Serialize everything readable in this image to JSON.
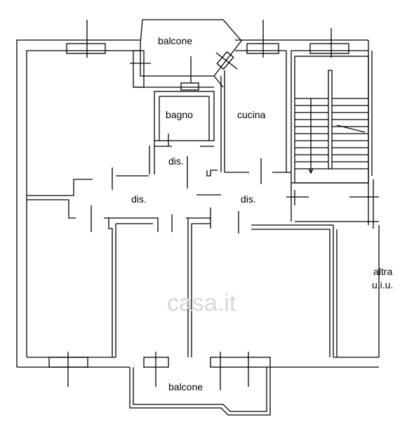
{
  "labels": {
    "balcone_top": "balcone",
    "bagno": "bagno",
    "cucina": "cucina",
    "dis_small": "dis.",
    "dis_left": "dis.",
    "dis_right": "dis.",
    "altra_line1": "altra",
    "altra_line2": "u.i.u.",
    "balcone_bottom": "balcone"
  },
  "watermark": "casa.it",
  "colors": {
    "wall": "#000000",
    "background": "#ffffff",
    "watermark": "#d8d8d8"
  }
}
